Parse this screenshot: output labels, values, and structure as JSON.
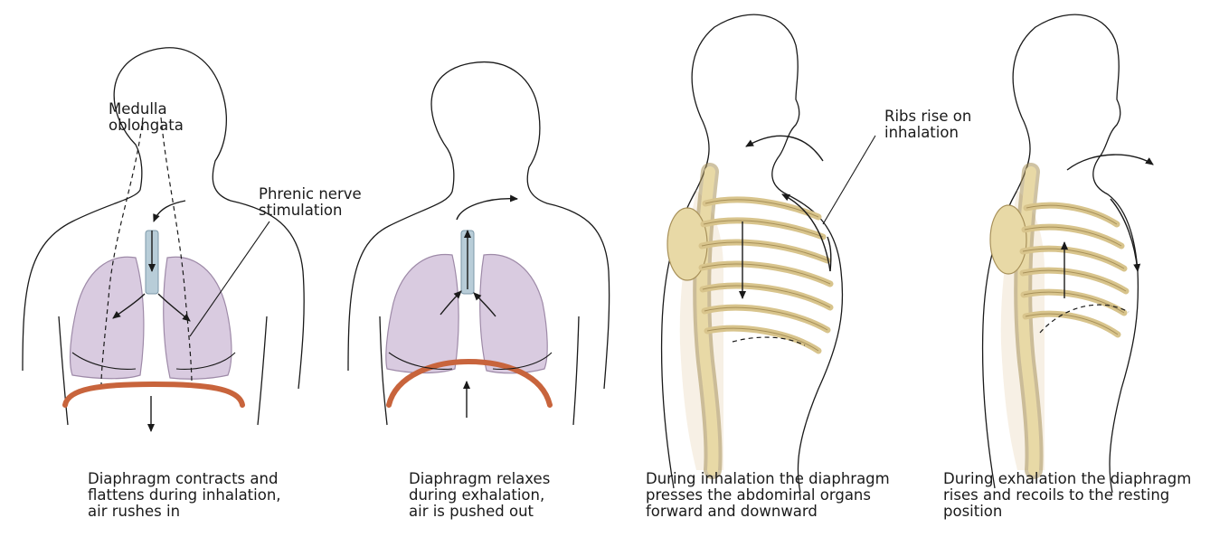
{
  "labels": {
    "medulla": [
      "Medulla",
      "oblongata"
    ],
    "phrenic": [
      "Phrenic nerve",
      "stimulation"
    ],
    "ribs": [
      "Ribs rise on",
      "inhalation"
    ]
  },
  "captions": [
    [
      "Diaphragm contracts and",
      "flattens during inhalation,",
      "air rushes in"
    ],
    [
      "Diaphragm relaxes",
      "during exhalation,",
      "air is pushed out"
    ],
    [
      "During inhalation the diaphragm",
      "presses the abdominal organs",
      "forward and downward"
    ],
    [
      "During exhalation the diaphragm",
      "rises and recoils to the resting",
      "position"
    ]
  ],
  "colors": {
    "outline": "#1a1a1a",
    "lung": "#d9cbe0",
    "lung_edge": "#9e8aa8",
    "diaphragm": "#c8643c",
    "trachea": "#b8cdd8",
    "bone": "#e8d9a6",
    "bone_edge": "#a8915a",
    "skin_tint": "#f1e6d3"
  }
}
